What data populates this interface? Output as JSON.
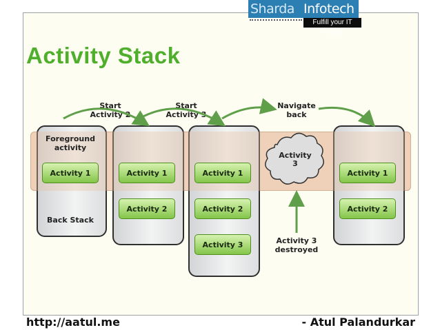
{
  "logo": {
    "brand_part1": "Sharda",
    "brand_part2": "Infotech",
    "tagline": "Fulfill your IT needs"
  },
  "title": "Activity Stack",
  "transitions": {
    "start_activity_2": "Start\nActivity 2",
    "start_activity_3": "Start\nActivity 3",
    "navigate_back": "Navigate\nback"
  },
  "labels": {
    "foreground_activity": "Foreground\nactivity",
    "back_stack": "Back Stack",
    "activity_3_cloud": "Activity\n3",
    "activity_3_destroyed": "Activity 3\ndestroyed"
  },
  "stacks": {
    "stack1": {
      "activity_1": "Activity 1"
    },
    "stack2": {
      "activity_1": "Activity 1",
      "activity_2": "Activity 2"
    },
    "stack3": {
      "activity_1": "Activity 1",
      "activity_2": "Activity 2",
      "activity_3": "Activity 3"
    },
    "stack4": {
      "activity_1": "Activity 1",
      "activity_2": "Activity 2"
    }
  },
  "footer": {
    "url": "http://aatul.me",
    "author": "- Atul Palandurkar"
  },
  "colors": {
    "title_green": "#4faf2c",
    "activity_green": "#84c54a",
    "foreground_band": "#e9bfa0",
    "logo_blue": "#2c7fb3",
    "arrow_green": "#5f9f4a"
  }
}
